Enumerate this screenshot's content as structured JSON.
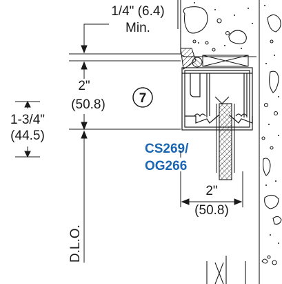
{
  "dimensions": {
    "top_clearance": {
      "imperial": "1/4\" (6.4)",
      "qualifier": "Min."
    },
    "sightline_2in": {
      "imperial": "2\"",
      "metric": "(50.8)"
    },
    "left_depth": {
      "imperial": "1-3/4\"",
      "metric": "(44.5)"
    },
    "bottom_width": {
      "imperial": "2\"",
      "metric": "(50.8)"
    },
    "dlo": "D.L.O."
  },
  "detail_number": "7",
  "callout": {
    "line1": "CS269/",
    "line2": "OG266"
  },
  "colors": {
    "callout": "#1a66b3",
    "line": "#1a1a1a"
  }
}
